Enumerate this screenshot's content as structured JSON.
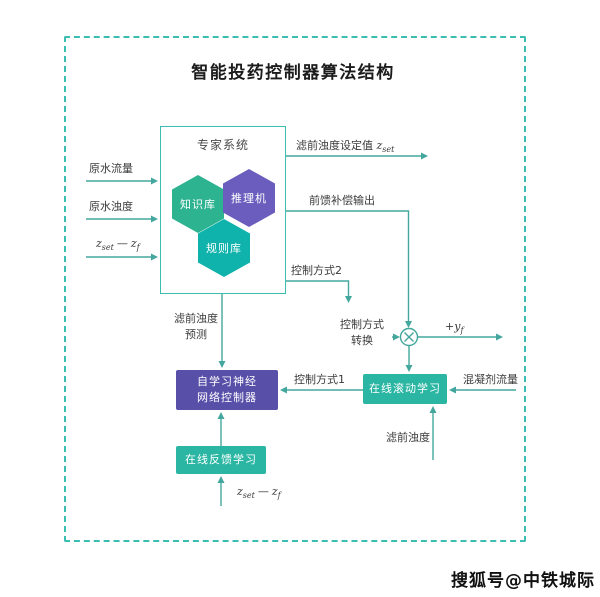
{
  "title": "智能投药控制器算法结构",
  "watermark": "搜狐号@中铁城际",
  "colors": {
    "frame_teal": "#3cbdb2",
    "line_teal": "#43a79e",
    "box_teal": "#2ab6a2",
    "box_purple": "#584fa8",
    "hex_knowledge": "#2db390",
    "hex_inference": "#6a5dbd",
    "hex_rule": "#0fb3ab"
  },
  "expert_system": {
    "title": "专家系统",
    "hexagons": [
      {
        "label": "知识库"
      },
      {
        "label": "推理机"
      },
      {
        "label": "规则库"
      }
    ]
  },
  "labels": {
    "raw_water_flow": "原水流量",
    "raw_water_turbidity": "原水浊度",
    "setpoint_prefix": "滤前浊度设定值",
    "feedforward_output": "前馈补偿输出",
    "control_mode_2": "控制方式2",
    "prediction_line1": "滤前浊度",
    "prediction_line2": "预测",
    "mode_switch_line1": "控制方式",
    "mode_switch_line2": "转换",
    "control_mode_1": "控制方式1",
    "coagulant_flow": "混凝剂流量",
    "prefilter_turbidity": "滤前浊度"
  },
  "boxes": {
    "nn_controller_line1": "自学习神经",
    "nn_controller_line2": "网络控制器",
    "online_rolling": "在线滚动学习",
    "online_feedback": "在线反馈学习"
  },
  "math": {
    "z": "z",
    "sub_set": "set",
    "sub_f": "f",
    "minus": "—",
    "plus_y": "+y"
  }
}
